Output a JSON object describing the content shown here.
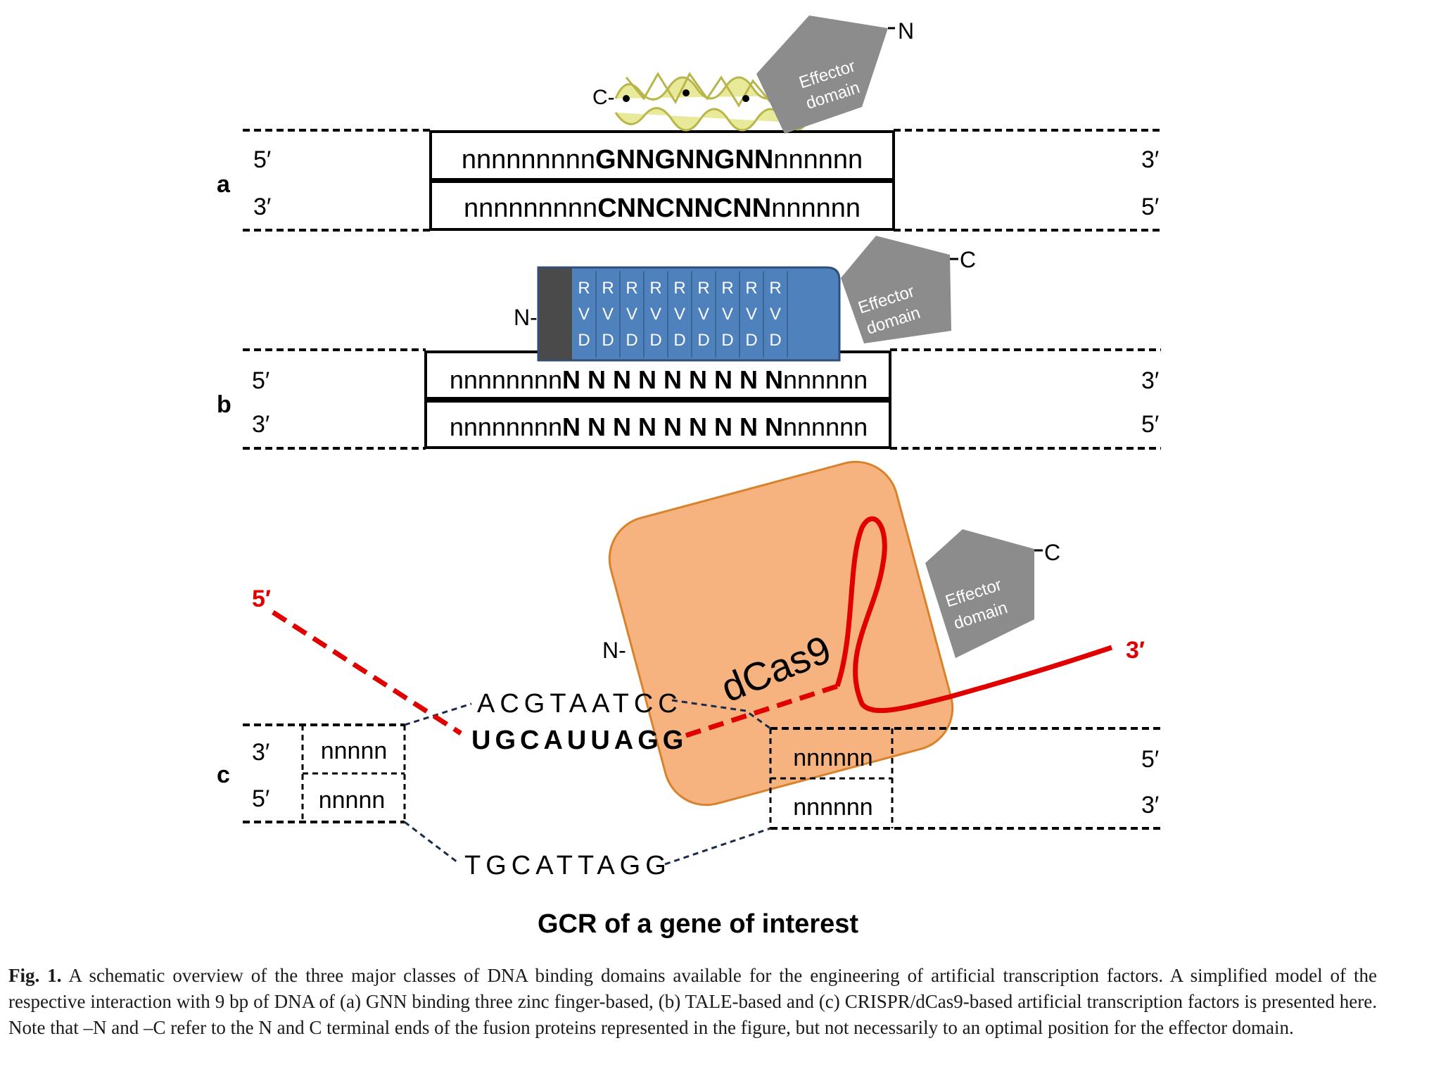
{
  "panels": {
    "a": {
      "label": "a",
      "top_strand": {
        "left": "5′",
        "right": "3′",
        "prefix": "nnnnnnnnn",
        "core": "GNNGNNGNN",
        "suffix": "nnnnnn"
      },
      "bottom_strand": {
        "left": "3′",
        "right": "5′",
        "prefix": "nnnnnnnnn",
        "core": "CNNCNNCNN",
        "suffix": "nnnnnn"
      },
      "n_terminus": "N",
      "c_terminus": "C-",
      "effector": {
        "line1": "Effector",
        "line2": "domain"
      }
    },
    "b": {
      "label": "b",
      "top_strand": {
        "left": "5′",
        "right": "3′",
        "prefix": "nnnnnnnn",
        "core": "N N N N N N N N N",
        "suffix": "nnnnnn"
      },
      "bottom_strand": {
        "left": "3′",
        "right": "5′",
        "prefix": "nnnnnnnn",
        "core": "N N N N N N N N N",
        "suffix": "nnnnnn"
      },
      "n_terminus": "N-",
      "c_terminus": "C",
      "rvd_rows": [
        "R",
        "V",
        "D"
      ],
      "rvd_count": 9,
      "effector": {
        "line1": "Effector",
        "line2": "domain"
      }
    },
    "c": {
      "label": "c",
      "left_labels": {
        "top": "3′",
        "bottom": "5′"
      },
      "right_labels": {
        "top": "5′",
        "bottom": "3′"
      },
      "left_box": {
        "top": "nnnnn",
        "bottom": "nnnnn"
      },
      "right_box": {
        "top": "nnnnnn",
        "bottom": "nnnnnn"
      },
      "upper_target": "ACGTAATCC",
      "guide_rna": "UGCAUUAGG",
      "lower_strand": "TGCATTAGG",
      "rna_5prime": "5′",
      "rna_3prime": "3′",
      "protein": "dCas9",
      "n_terminus": "N-",
      "c_terminus": "C",
      "effector": {
        "line1": "Effector",
        "line2": "domain"
      },
      "title": "GCR of a gene of interest"
    }
  },
  "caption": {
    "label": "Fig. 1.",
    "text": "A schematic overview of the three major classes of DNA binding domains available for the engineering of artificial transcription factors. A simplified model of the respective interaction with 9 bp of DNA of (a) GNN binding three zinc finger-based, (b) TALE-based and (c) CRISPR/dCas9-based artificial transcription factors is presented here. Note that –N and –C refer to the N and C terminal ends of the fusion proteins represented in the figure, but not necessarily to an optimal position for the effector domain."
  },
  "colors": {
    "effector_gray": "#8c8c8c",
    "tale_blue": "#4f81bd",
    "tale_dark": "#4a4a4a",
    "dcas9_fill": "#f6b37f",
    "dcas9_stroke": "#d9822b",
    "rna_red": "#e00000",
    "zf_yellow": "#e8ea9a"
  }
}
